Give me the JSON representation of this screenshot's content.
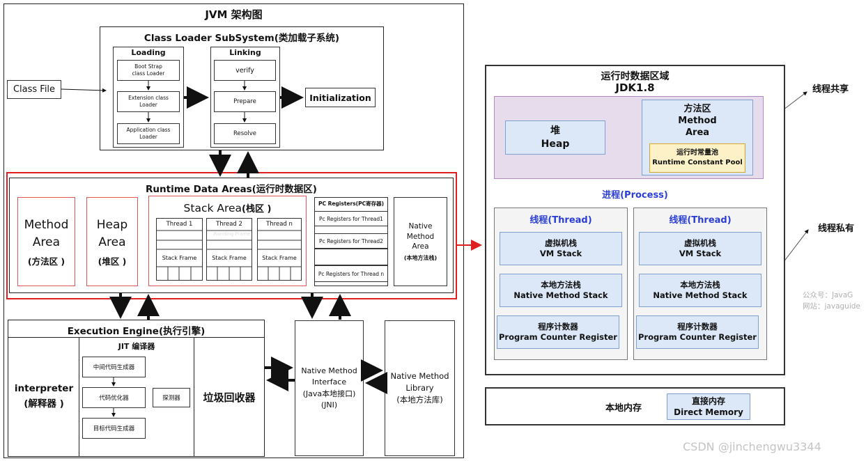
{
  "left": {
    "title": "JVM 架构图",
    "class_file": "Class File",
    "class_loader": {
      "title": "Class Loader SubSystem(类加载子系统)",
      "loading": {
        "title": "Loading",
        "items": [
          "Boot Strap\nclass Loader",
          "Extension class\nLoader",
          "Application class\nLoader"
        ]
      },
      "linking": {
        "title": "Linking",
        "items": [
          "verify",
          "Prepare",
          "Resolve"
        ]
      },
      "init": "Initialization"
    },
    "runtime": {
      "title": "Runtime Data Areas(运行时数据区)",
      "method": {
        "name": "Method\nArea",
        "cn": "(方法区 )"
      },
      "heap": {
        "name": "Heap\nArea",
        "cn": "(堆区 )"
      },
      "stack": {
        "title": "Stack Area",
        "title_cn": "(栈区 )",
        "threads": [
          "Thread 1",
          "Thread 2",
          "Thread n"
        ],
        "frame": "Stack Frame",
        "watermark": "Running Frame"
      },
      "pc": {
        "title": "PC Registers(PC寄存器)",
        "items": [
          "Pc Registers for Thread1",
          "Pc Registers for Thread2",
          "Pc Registers for Thread n"
        ]
      },
      "native": {
        "name": "Native\nMethod\nArea",
        "cn": "(本地方法栈)"
      }
    },
    "engine": {
      "title": "Execution Engine(执行引擎)",
      "interpreter": "interpreter\n(解释器 )",
      "jit": {
        "title": "JIT 编译器",
        "items": [
          "中间代码生成器",
          "代码优化器",
          "目标代码生成器"
        ],
        "detector": "探测器"
      },
      "gc": "垃圾回收器"
    },
    "jni": "Native Method\nInterface\n(Java本地接口)\n(JNI)",
    "library": "Native Method\nLibrary\n(本地方法库)"
  },
  "right": {
    "title": "运行时数据区域",
    "version": "JDK1.8",
    "heap": "堆\nHeap",
    "method_area": "方法区\nMethod\nArea",
    "constant_pool": "运行时常量池\nRuntime Constant Pool",
    "process": "进程(Process)",
    "thread_label": "线程(Thread)",
    "vm_stack": "虚拟机栈\nVM Stack",
    "native_stack": "本地方法栈\nNative Method Stack",
    "pc": "程序计数器\nProgram Counter Register",
    "shared": "线程共享",
    "private": "线程私有",
    "watermark": "公众号：JavaG\n网站：javaguide",
    "local_memory": "本地内存",
    "direct_memory": "直接内存\nDirect Memory"
  },
  "footer": "CSDN @jinchengwu3344"
}
